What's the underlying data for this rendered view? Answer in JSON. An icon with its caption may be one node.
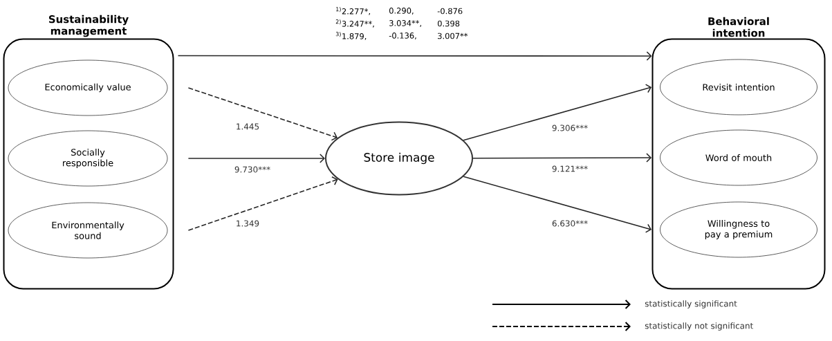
{
  "diagram": {
    "nodes": [
      {
        "text": [
          "Sustainability management"
        ]
      },
      {
        "text": [
          "Economically value"
        ],
        "in": 0
      },
      {
        "text": [
          "Socially responsible"
        ],
        "in": 0
      },
      {
        "text": [
          "Environmentally sound"
        ],
        "in": 0
      },
      {
        "text": [
          "Store image"
        ]
      },
      {
        "text": [
          "Behavioral intention"
        ]
      },
      {
        "text": [
          "Revisit intention"
        ],
        "in": 5
      },
      {
        "text": [
          "Word of mouth"
        ],
        "in": 5
      },
      {
        "text": [
          "Willingness to pay a premium"
        ],
        "in": 5
      }
    ],
    "edges": [
      {
        "from": 0,
        "to": 5,
        "arrow": "to"
      },
      {
        "from": 1,
        "to": 4,
        "arrow": "to",
        "style": "dashed",
        "label": "1.445"
      },
      {
        "from": 2,
        "to": 4,
        "arrow": "to",
        "label": "9.730***"
      },
      {
        "from": 3,
        "to": 4,
        "arrow": "to",
        "style": "dashed",
        "label": "1.349"
      },
      {
        "from": 4,
        "to": 6,
        "arrow": "to",
        "label": "9.306***"
      },
      {
        "from": 4,
        "to": 7,
        "arrow": "to",
        "label": "9.121***"
      },
      {
        "from": 4,
        "to": 8,
        "arrow": "to",
        "label": "6.630***"
      }
    ],
    "labels": [
      "$^{1)}$2.277*,",
      "0.290,",
      "-0.876",
      "$^{2)}$3.247**,",
      "3.034**,",
      "0.398",
      "$^{3)}$1.879,",
      "-0.136,",
      "3.007**"
    ],
    "legend": [
      {
        "text": "statistically significant"
      },
      {
        "text": "statistically not significant"
      }
    ]
  }
}
